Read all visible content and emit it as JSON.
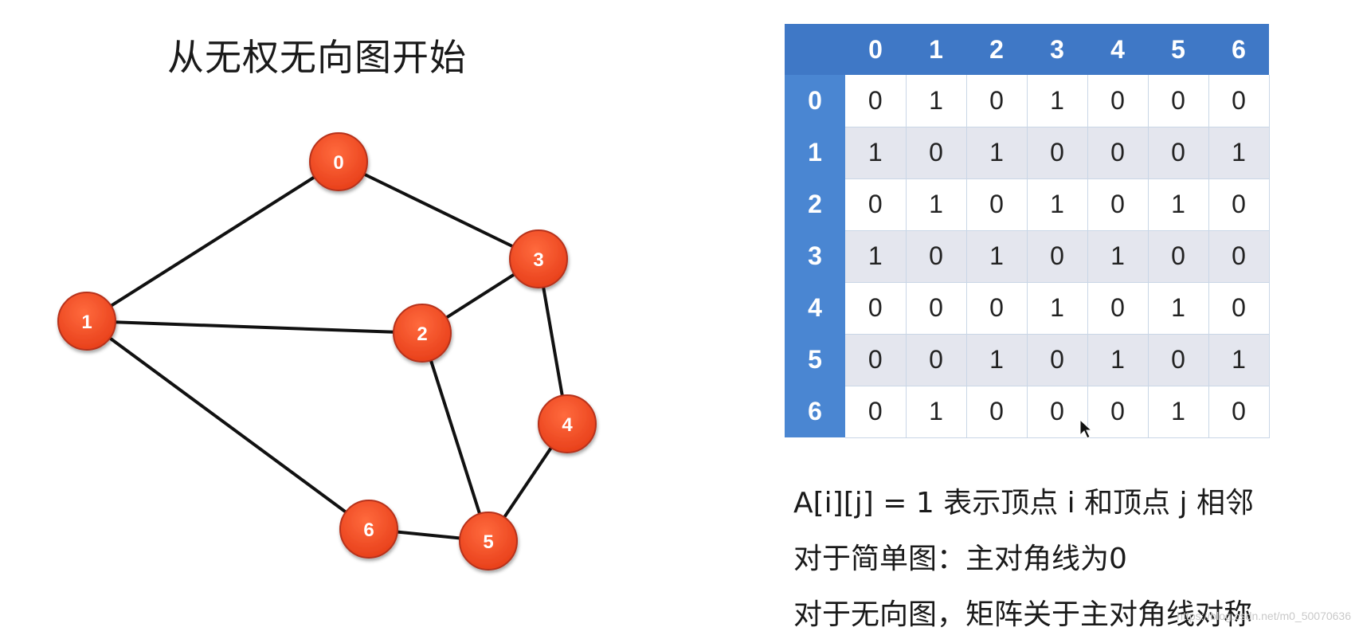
{
  "title": "从无权无向图开始",
  "graph": {
    "nodes": [
      "0",
      "1",
      "2",
      "3",
      "4",
      "5",
      "6"
    ],
    "edges": [
      [
        "0",
        "1"
      ],
      [
        "0",
        "3"
      ],
      [
        "1",
        "2"
      ],
      [
        "1",
        "6"
      ],
      [
        "2",
        "3"
      ],
      [
        "2",
        "5"
      ],
      [
        "3",
        "4"
      ],
      [
        "4",
        "5"
      ],
      [
        "5",
        "6"
      ]
    ],
    "colors": {
      "node_fill": "#f04a22",
      "node_stroke": "#b7321a",
      "edge": "#111111"
    }
  },
  "matrix": {
    "headers": [
      "0",
      "1",
      "2",
      "3",
      "4",
      "5",
      "6"
    ],
    "rows": [
      {
        "label": "0",
        "cells": [
          "0",
          "1",
          "0",
          "1",
          "0",
          "0",
          "0"
        ]
      },
      {
        "label": "1",
        "cells": [
          "1",
          "0",
          "1",
          "0",
          "0",
          "0",
          "1"
        ]
      },
      {
        "label": "2",
        "cells": [
          "0",
          "1",
          "0",
          "1",
          "0",
          "1",
          "0"
        ]
      },
      {
        "label": "3",
        "cells": [
          "1",
          "0",
          "1",
          "0",
          "1",
          "0",
          "0"
        ]
      },
      {
        "label": "4",
        "cells": [
          "0",
          "0",
          "0",
          "1",
          "0",
          "1",
          "0"
        ]
      },
      {
        "label": "5",
        "cells": [
          "0",
          "0",
          "1",
          "0",
          "1",
          "0",
          "1"
        ]
      },
      {
        "label": "6",
        "cells": [
          "0",
          "1",
          "0",
          "0",
          "0",
          "1",
          "0"
        ]
      }
    ],
    "colors": {
      "header_bg": "#3f78c6",
      "row_alt_bg": "#e4e6ee"
    }
  },
  "notes": [
    "A[i][j] = 1 表示顶点 i 和顶点 j 相邻",
    "对于简单图：主对角线为0",
    "对于无向图，矩阵关于主对角线对称"
  ],
  "watermark": "https://blog.csdn.net/m0_50070636"
}
